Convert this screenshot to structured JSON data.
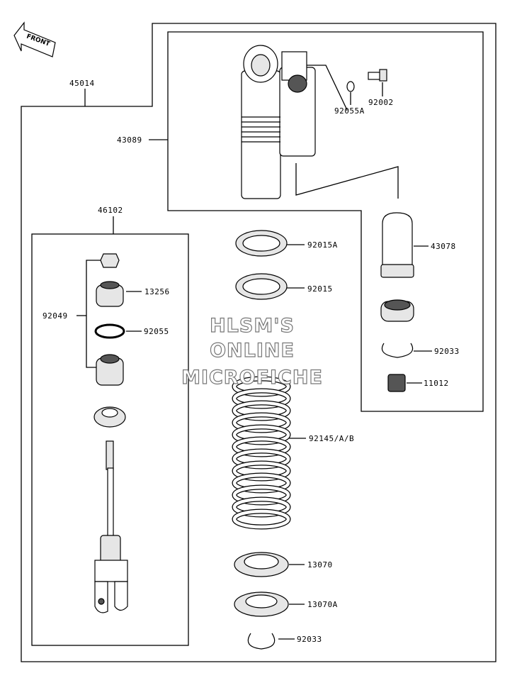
{
  "front_label": "FRONT",
  "watermark": [
    "HLSM'S",
    "ONLINE",
    "MICROFICHE"
  ],
  "part_numbers": {
    "p45014": "45014",
    "p43089": "43089",
    "p92055a": "92055A",
    "p92002": "92002",
    "p46102": "46102",
    "p92015a": "92015A",
    "p92015": "92015",
    "p43078": "43078",
    "p13256": "13256",
    "p92049": "92049",
    "p92055": "92055",
    "p92033_top": "92033",
    "p11012": "11012",
    "p92145": "92145/A/B",
    "p13070": "13070",
    "p13070a": "13070A",
    "p92033_bottom": "92033"
  }
}
